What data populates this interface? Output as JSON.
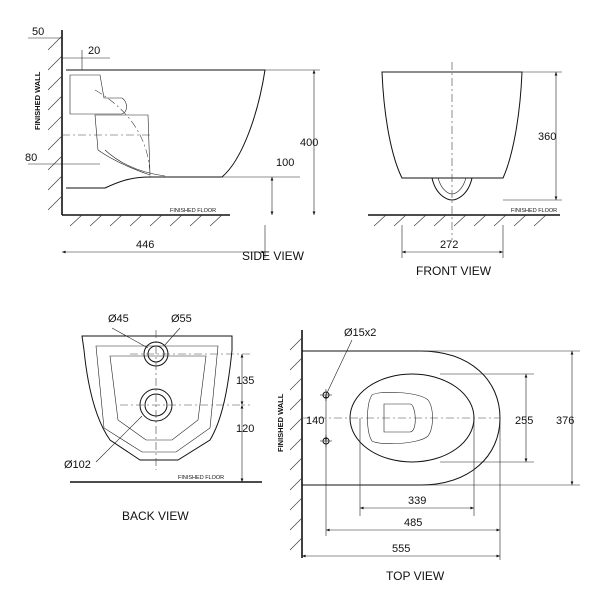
{
  "views": {
    "side": {
      "title": "SIDE VIEW",
      "wall_label": "FINISHED WALL",
      "floor_label": "FINISHED FLOOR",
      "dims": {
        "d50": "50",
        "d20": "20",
        "d80": "80",
        "d400": "400",
        "d100": "100",
        "d446": "446"
      }
    },
    "front": {
      "title": "FRONT VIEW",
      "floor_label": "FINISHED FLOOR",
      "dims": {
        "d360": "360",
        "d272": "272"
      }
    },
    "back": {
      "title": "BACK VIEW",
      "floor_label": "FINISHED FLOOR",
      "dims": {
        "phi45": "Ø45",
        "phi55": "Ø55",
        "d135": "135",
        "d120": "120",
        "phi102": "Ø102"
      }
    },
    "top": {
      "title": "TOP VIEW",
      "wall_label": "FINISHED WALL",
      "dims": {
        "phi15x2": "Ø15x2",
        "d140": "140",
        "d255": "255",
        "d376": "376",
        "d339": "339",
        "d485": "485",
        "d555": "555"
      }
    }
  },
  "colors": {
    "line": "#111111",
    "background": "#ffffff"
  }
}
